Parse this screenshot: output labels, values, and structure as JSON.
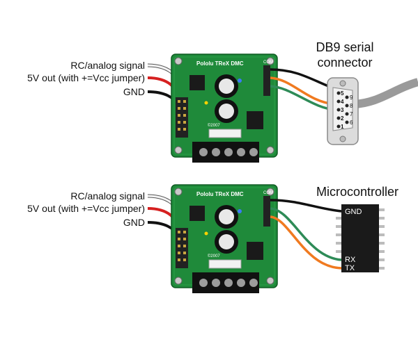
{
  "top_diagram": {
    "labels": {
      "signal": "RC/analog signal",
      "power": "5V out (with +=Vcc jumper)",
      "gnd": "GND"
    },
    "board": {
      "title": "Pololu TReX DMC",
      "com": "COM",
      "year": "©2007"
    },
    "connector": {
      "title_line1": "DB9 serial",
      "title_line2": "connector",
      "pins": [
        "5",
        "4",
        "3",
        "2",
        "1",
        "9",
        "8",
        "7",
        "6"
      ]
    }
  },
  "bottom_diagram": {
    "labels": {
      "signal": "RC/analog signal",
      "power": "5V out (with +=Vcc jumper)",
      "gnd": "GND"
    },
    "board": {
      "title": "Pololu TReX DMC",
      "com": "COM",
      "year": "©2007"
    },
    "microcontroller": {
      "title": "Microcontroller",
      "pin_gnd": "GND",
      "pin_rx": "RX",
      "pin_tx": "TX"
    }
  },
  "colors": {
    "board_green": "#1f8a3a",
    "board_dark": "#14662a",
    "wire_white": "#f4f4f4",
    "wire_red": "#d62020",
    "wire_black": "#111111",
    "wire_orange": "#f07a20",
    "wire_green": "#2e8b57",
    "chip": "#1a1a1a"
  }
}
